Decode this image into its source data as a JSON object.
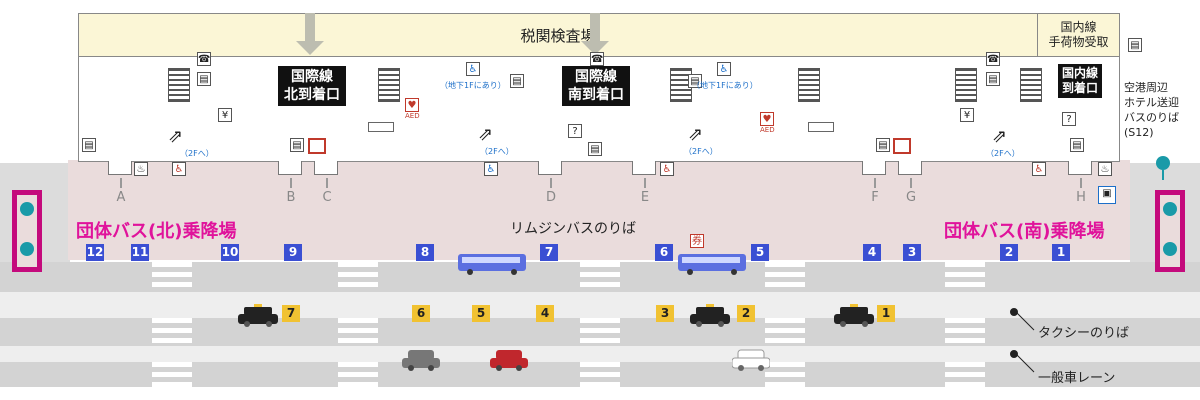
{
  "customs_label": "税関検査場",
  "baggage_claim": [
    "国内線",
    "手荷物受取"
  ],
  "exits": {
    "north": [
      "国際線",
      "北到着口"
    ],
    "south": [
      "国際線",
      "南到着口"
    ],
    "domestic": [
      "国内線",
      "到着口"
    ]
  },
  "escalator_note": "（2Fへ）",
  "basement_note": "（地下1Fにあり）",
  "aed": "AED",
  "hotel_shuttle": [
    "空港周辺",
    "ホテル送迎",
    "バスのりば",
    "(S12)"
  ],
  "gates": [
    "A",
    "B",
    "C",
    "D",
    "E",
    "F",
    "G",
    "H"
  ],
  "limousine_label": "リムジンバスのりば",
  "group_bus_north": "団体バス(北)乗降場",
  "group_bus_south": "団体バス(南)乗降場",
  "bus_stops": [
    "12",
    "11",
    "10",
    "9",
    "8",
    "7",
    "6",
    "5",
    "4",
    "3",
    "2",
    "1"
  ],
  "taxi_stops": [
    "7",
    "6",
    "5",
    "4",
    "3",
    "2",
    "1"
  ],
  "taxi_label": "タクシーのりば",
  "general_lane_label": "一般車レーン",
  "colors": {
    "bus_stop": "#3a4fd3",
    "taxi_stop": "#f1c232",
    "group_bus": "#e0139b",
    "plaza": "#eadcdc",
    "customs": "#fbf6d6"
  }
}
